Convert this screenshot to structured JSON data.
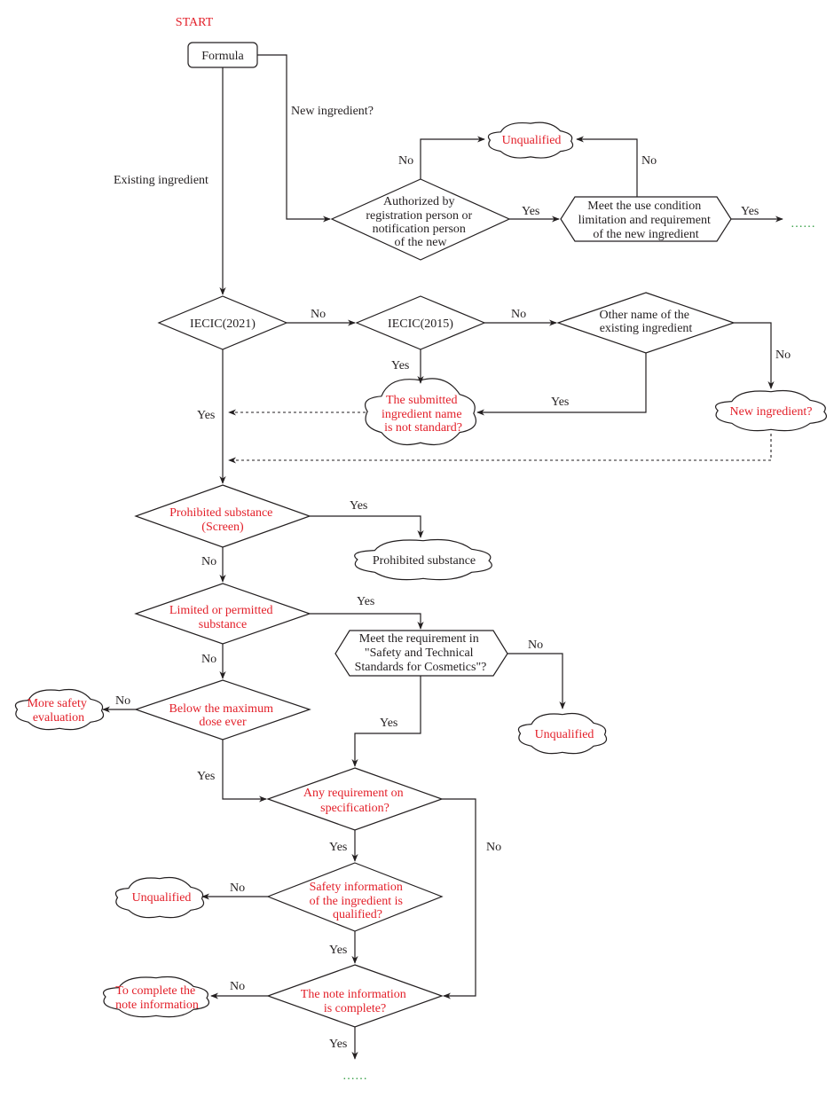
{
  "start": "START",
  "formula": "Formula",
  "new_ingredient_q": "New ingredient?",
  "existing_ingredient": "Existing ingredient",
  "authorized": [
    "Authorized by",
    "registration person or",
    "notification person",
    "of the new"
  ],
  "meet_use": [
    "Meet the use condition",
    "limitation and requirement",
    "of the new ingredient"
  ],
  "ellipsis": "……",
  "iecic2021": "IECIC(2021)",
  "iecic2015": "IECIC(2015)",
  "other_name": [
    "Other name of the",
    "existing ingredient"
  ],
  "submitted_not_standard": [
    "The submitted",
    "ingredient name",
    "is not standard?"
  ],
  "new_ingredient_cloud": "New ingredient?",
  "prohibited_screen": [
    "Prohibited substance",
    "(Screen)"
  ],
  "prohibited_substance": "Prohibited substance",
  "limited_permitted": [
    "Limited or permitted",
    "substance"
  ],
  "meet_requirement": [
    "Meet the requirement in",
    "\"Safety and Technical",
    "Standards for Cosmetics\"?"
  ],
  "unqualified": "Unqualified",
  "more_safety": [
    "More safety",
    "evaluation"
  ],
  "below_max": [
    "Below the maximum",
    "dose ever"
  ],
  "any_requirement": [
    "Any requirement on",
    "specification?"
  ],
  "safety_info": [
    "Safety information",
    "of the ingredient is",
    "qualified?"
  ],
  "complete_note": [
    "To complete the",
    "note information"
  ],
  "note_complete": [
    "The note information",
    "is complete?"
  ],
  "yes": "Yes",
  "no": "No",
  "colors": {
    "red": "#e3202a",
    "black": "#231f20",
    "green": "#2e9b3e"
  }
}
